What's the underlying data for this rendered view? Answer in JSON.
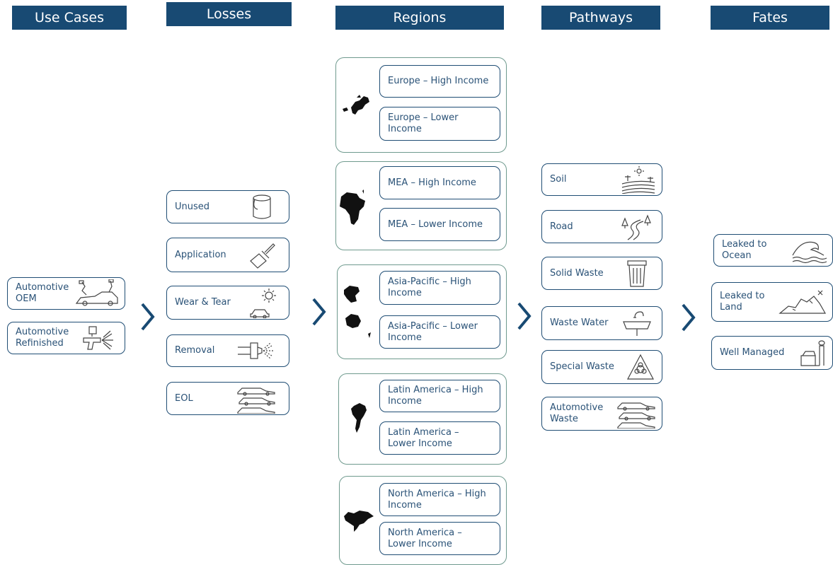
{
  "headers": {
    "use_cases": "Use Cases",
    "losses": "Losses",
    "regions": "Regions",
    "pathways": "Pathways",
    "fates": "Fates"
  },
  "use_cases": [
    {
      "label": "Automotive OEM",
      "icon": "robot-arm-car-icon"
    },
    {
      "label": "Automotive Refinished",
      "icon": "spray-gun-icon"
    }
  ],
  "losses": [
    {
      "label": "Unused",
      "icon": "paint-can-icon"
    },
    {
      "label": "Application",
      "icon": "paint-brush-icon"
    },
    {
      "label": "Wear & Tear",
      "icon": "sun-car-icon"
    },
    {
      "label": "Removal",
      "icon": "sandblaster-icon"
    },
    {
      "label": "EOL",
      "icon": "stacked-cars-icon"
    }
  ],
  "regions": [
    {
      "map": "europe-map-icon",
      "items": [
        "Europe – High Income",
        "Europe – Lower Income"
      ]
    },
    {
      "map": "africa-map-icon",
      "items": [
        "MEA – High Income",
        "MEA – Lower Income"
      ]
    },
    {
      "map": "asia-pacific-map-icon",
      "items": [
        "Asia-Pacific – High Income",
        "Asia-Pacific – Lower Income"
      ]
    },
    {
      "map": "south-america-map-icon",
      "items": [
        "Latin America – High Income",
        "Latin America – Lower Income"
      ]
    },
    {
      "map": "north-america-map-icon",
      "items": [
        "North America – High Income",
        "North America – Lower Income"
      ]
    }
  ],
  "pathways": [
    {
      "label": "Soil",
      "icon": "farm-field-icon"
    },
    {
      "label": "Road",
      "icon": "winding-road-icon"
    },
    {
      "label": "Solid Waste",
      "icon": "trash-can-icon"
    },
    {
      "label": "Waste Water",
      "icon": "sink-icon"
    },
    {
      "label": "Special Waste",
      "icon": "biohazard-icon"
    },
    {
      "label": "Automotive Waste",
      "icon": "stacked-cars-icon"
    }
  ],
  "fates": [
    {
      "label": "Leaked to Ocean",
      "icon": "wave-icon"
    },
    {
      "label": "Leaked to Land",
      "icon": "landfill-icon"
    },
    {
      "label": "Well Managed",
      "icon": "factory-icon"
    }
  ],
  "colors": {
    "header_bg": "#184a73",
    "box_border": "#1f4d74",
    "group_border": "#6f9a8e",
    "text": "#2a5277"
  }
}
